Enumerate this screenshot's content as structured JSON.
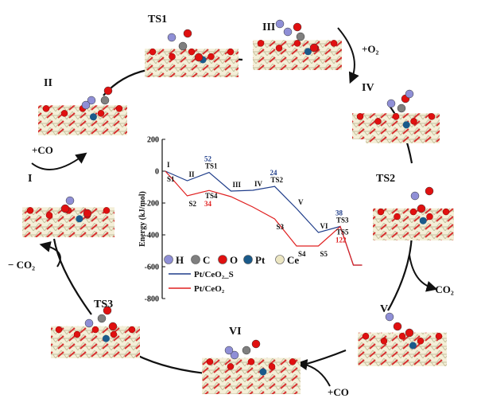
{
  "cycle": {
    "states": [
      {
        "id": "TS1",
        "label": "TS1"
      },
      {
        "id": "III",
        "label": "III"
      },
      {
        "id": "IV",
        "label": "IV"
      },
      {
        "id": "TS2",
        "label": "TS2"
      },
      {
        "id": "V",
        "label": "V"
      },
      {
        "id": "VI",
        "label": "VI"
      },
      {
        "id": "TS3",
        "label": "TS3"
      },
      {
        "id": "I",
        "label": "I"
      },
      {
        "id": "II",
        "label": "II"
      }
    ],
    "reagents": {
      "o2_in": "+O₂",
      "co2_out_right": "−CO₂",
      "co_in_bottom": "+CO",
      "co2_out_left": "− CO₂",
      "co_in_left": "+CO"
    }
  },
  "atom_legend": [
    {
      "symbol": "H",
      "color": "#8f8fd6"
    },
    {
      "symbol": "C",
      "color": "#7f7f7f"
    },
    {
      "symbol": "O",
      "color": "#e01010"
    },
    {
      "symbol": "Pt",
      "color": "#1a5a8a"
    },
    {
      "symbol": "Ce",
      "color": "#ece6c2"
    }
  ],
  "chart_data": {
    "type": "line",
    "ylabel": "Energy (kJ/mol)",
    "ylim": [
      -800,
      200
    ],
    "yticks": [
      200,
      0,
      -200,
      -400,
      -600,
      -800
    ],
    "series": [
      {
        "name": "Pt/CeO₂_S",
        "color": "#1f3d8a",
        "points": [
          {
            "x": 0,
            "y": 0
          },
          {
            "x": 1,
            "y": -60
          },
          {
            "x": 2,
            "y": -8
          },
          {
            "x": 3,
            "y": -125
          },
          {
            "x": 4,
            "y": -120
          },
          {
            "x": 5,
            "y": -96
          },
          {
            "x": 6,
            "y": -235
          },
          {
            "x": 7,
            "y": -385
          },
          {
            "x": 8,
            "y": -347
          },
          {
            "x": 8.6,
            "y": -590
          },
          {
            "x": 9,
            "y": -590
          }
        ],
        "labels": [
          {
            "text": "I",
            "x": 0,
            "y": 0
          },
          {
            "text": "II",
            "x": 1,
            "y": -60
          },
          {
            "text": "III",
            "x": 3,
            "y": -125
          },
          {
            "text": "IV",
            "x": 4,
            "y": -120
          },
          {
            "text": "V",
            "x": 6,
            "y": -235
          },
          {
            "text": "VI",
            "x": 7,
            "y": -385
          }
        ],
        "ts_labels": [
          {
            "text": "TS1",
            "barrier": "52",
            "x": 2,
            "y": -8
          },
          {
            "text": "TS2",
            "barrier": "24",
            "x": 5,
            "y": -96
          },
          {
            "text": "TS3",
            "barrier": "38",
            "x": 8,
            "y": -347
          }
        ]
      },
      {
        "name": "Pt/CeO₂",
        "color": "#e02020",
        "points": [
          {
            "x": 0,
            "y": 0
          },
          {
            "x": 1,
            "y": -155
          },
          {
            "x": 2,
            "y": -121
          },
          {
            "x": 3,
            "y": -160
          },
          {
            "x": 4,
            "y": -225
          },
          {
            "x": 5,
            "y": -300
          },
          {
            "x": 6,
            "y": -470
          },
          {
            "x": 7,
            "y": -470
          },
          {
            "x": 8,
            "y": -348
          },
          {
            "x": 8.6,
            "y": -590
          },
          {
            "x": 9,
            "y": -590
          }
        ],
        "labels": [
          {
            "text": "S1",
            "x": 0,
            "y": 0
          },
          {
            "text": "S2",
            "x": 1,
            "y": -155
          },
          {
            "text": "S3",
            "x": 5,
            "y": -300
          },
          {
            "text": "S4",
            "x": 6,
            "y": -470
          },
          {
            "text": "S5",
            "x": 7,
            "y": -470
          }
        ],
        "ts_labels": [
          {
            "text": "TS4",
            "barrier": "34",
            "x": 2,
            "y": -121
          },
          {
            "text": "TS5",
            "barrier": "122",
            "x": 8,
            "y": -348
          }
        ]
      }
    ]
  }
}
